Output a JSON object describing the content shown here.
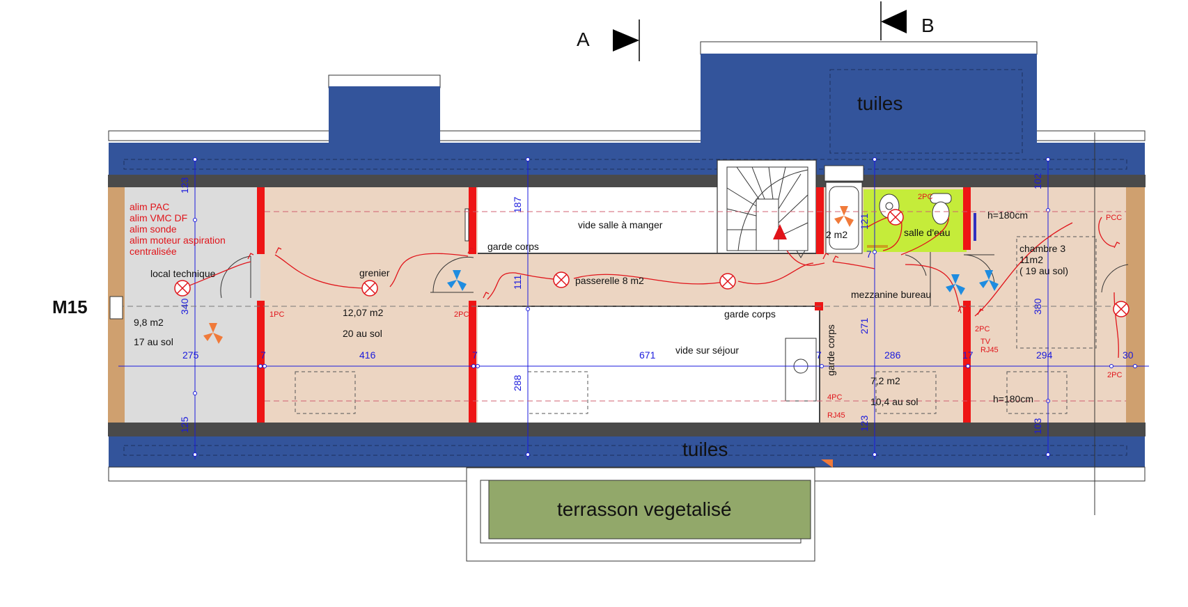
{
  "section_a": "A",
  "section_b": "B",
  "level": "M15",
  "roof_top": "tuiles",
  "roof_bottom": "tuiles",
  "terrace": "terrasson vegetalisé",
  "tech": {
    "lines": [
      "alim PAC",
      "alim VMC DF",
      "alim  sonde",
      "alim moteur aspiration",
      "centralisée"
    ],
    "name": "local technique",
    "area": "9,8 m2",
    "floor": "17 au sol"
  },
  "grenier": {
    "name": "grenier",
    "area": "12,07 m2",
    "floor": "20 au sol"
  },
  "vide_salle": "vide salle à manger",
  "garde_corps_1": "garde corps",
  "garde_corps_2": "garde corps",
  "garde_corps_3": "garde corps",
  "passerelle": "passerelle 8 m2",
  "vide_sejour": "vide sur séjour",
  "wc_area": "2 m2",
  "salle_eau": "salle d'eau",
  "mezzanine": "mezzanine bureau",
  "mezz_area": "7,2 m2",
  "mezz_floor": "10,4 au sol",
  "height_top": "h=180cm",
  "height_bottom": "h=180cm",
  "chambre": {
    "name": "chambre 3",
    "area": "11m2",
    "floor": "( 19 au sol)"
  },
  "elec": {
    "pc1": "1PC",
    "pc2_left": "2PC",
    "pc2_wc": "2PC",
    "pc4": "4PC",
    "rj45_left": "RJ45",
    "pc2_right": "2PC",
    "tv": "TV",
    "rj45_right": "RJ45",
    "pcc": "PCC",
    "pc2_far": "2PC"
  },
  "dims": {
    "d123_top": "123",
    "d340": "340",
    "d125": "125",
    "d275": "275",
    "d7_a": "7",
    "d416": "416",
    "d7_b": "7",
    "d187": "187",
    "d111": "111",
    "d288": "288",
    "d671": "671",
    "d7_c": "7",
    "d121": "121",
    "d7_d": "7",
    "d271": "271",
    "d123_bottom": "123",
    "d286": "286",
    "d17": "17",
    "d102": "102",
    "d380": "380",
    "d103": "103",
    "d294": "294",
    "d30": "30"
  },
  "colors": {
    "roof": "#33549b",
    "wall_dark": "#4a4a4a",
    "tech_floor": "#dcdcdc",
    "room_floor": "#ecd5c2",
    "bath": "#c5ec3a",
    "terrace": "#92a86a",
    "red_wall": "#ee1515",
    "dim_blue": "#1a1adc",
    "elec_red": "#e0141a",
    "timber": "#cfa06f",
    "vent_blue": "#1e8ce0",
    "vent_orange": "#f07a3a"
  }
}
